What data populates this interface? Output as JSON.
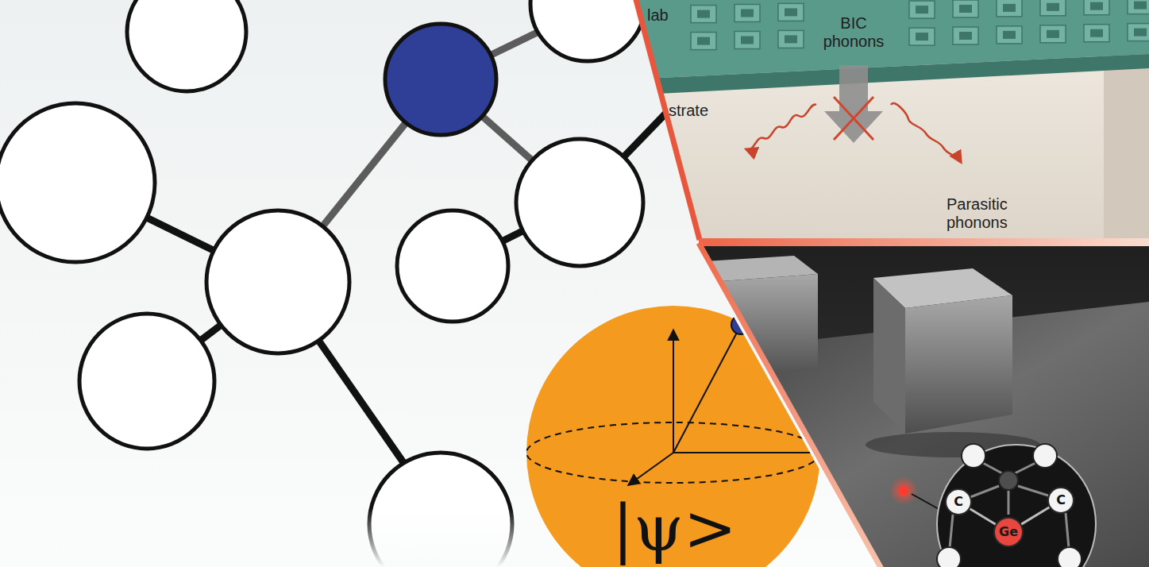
{
  "diagram": {
    "nodes": [
      {
        "text": [
          "|ψ>"
        ]
      },
      {
        "text": [
          "C"
        ]
      },
      {
        "text": [
          "Ge"
        ]
      },
      {
        "text": [
          "C"
        ]
      }
    ],
    "edges": [
      {
        "from": 1,
        "to": 2,
        "arrow": "none"
      },
      {
        "from": 2,
        "to": 3,
        "arrow": "none"
      }
    ],
    "labels": [
      "lab",
      "BIC phonons",
      "strate",
      "Parasitic phonons"
    ]
  }
}
